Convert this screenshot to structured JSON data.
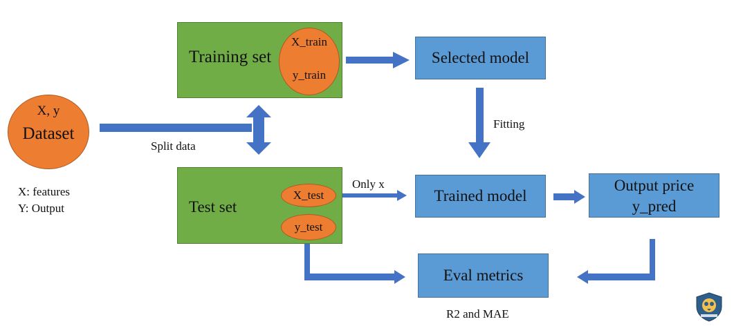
{
  "dataset": {
    "vars": "X, y",
    "label": "Dataset"
  },
  "legend": {
    "features": "X: features",
    "output": "Y: Output"
  },
  "split_label": "Split data",
  "training_set": {
    "label": "Training set",
    "x_train": "X_train",
    "y_train": "y_train"
  },
  "test_set": {
    "label": "Test set",
    "x_test": "X_test",
    "y_test": "y_test"
  },
  "selected_model": "Selected model",
  "fitting_label": "Fitting",
  "only_x_label": "Only x",
  "trained_model": "Trained model",
  "output_price": {
    "line1": "Output price",
    "line2": "y_pred"
  },
  "eval_metrics": "Eval metrics",
  "metrics_label": "R2 and MAE",
  "colors": {
    "green": "#70ad47",
    "blue": "#5b9bd5",
    "orange": "#ed7d31",
    "arrow": "#4472c4"
  },
  "logo_icon": "owl-shield-icon"
}
